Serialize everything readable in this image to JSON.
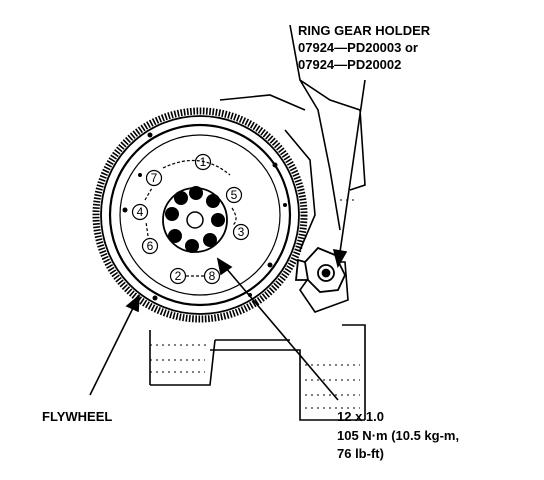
{
  "callouts": {
    "ring_gear_holder": {
      "title": "RING GEAR HOLDER",
      "part_1": "07924—PD20003 or",
      "part_2": "07924—PD20002"
    },
    "flywheel": "FLYWHEEL",
    "bolt": {
      "size": "12 x 1.0",
      "torque_line_1": "105 N·m (10.5 kg-m,",
      "torque_line_2": "76 lb-ft)"
    }
  },
  "tightening_sequence": [
    "1",
    "2",
    "3",
    "4",
    "5",
    "6",
    "7",
    "8"
  ]
}
